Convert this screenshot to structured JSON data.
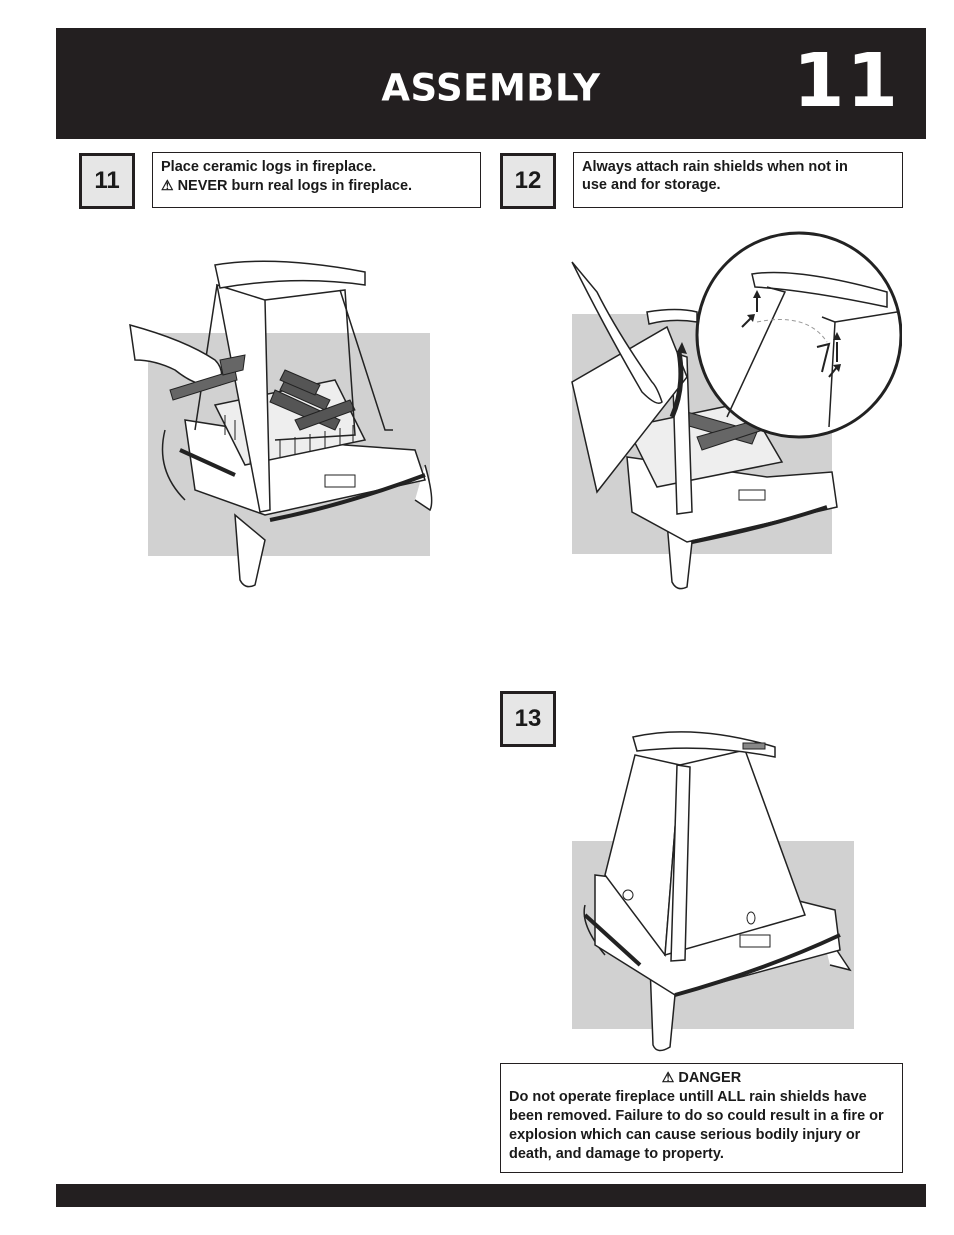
{
  "header": {
    "title": "ASSEMBLY",
    "page_number": "11"
  },
  "steps": [
    {
      "number": "11",
      "lines": [
        "Place ceramic logs in fireplace.",
        "NEVER burn real logs in fireplace."
      ],
      "warning_line": 2
    },
    {
      "number": "12",
      "lines": [
        "Always attach rain shields when not in",
        "use and for storage."
      ]
    },
    {
      "number": "13"
    }
  ],
  "warning_symbol": "⚠",
  "danger": {
    "title": "DANGER",
    "text": "Do not operate fireplace untill ALL rain shields have been removed.  Failure to do so could result in a fire or explosion which can cause serious bodily injury or death, and damage to property."
  },
  "icons": [
    "warning-triangle-icon",
    "arrow-up-icon"
  ],
  "colors": {
    "bar": "#231f20",
    "step_box_fill": "#e6e6e6",
    "illustration_backdrop": "#d1d1d1"
  }
}
